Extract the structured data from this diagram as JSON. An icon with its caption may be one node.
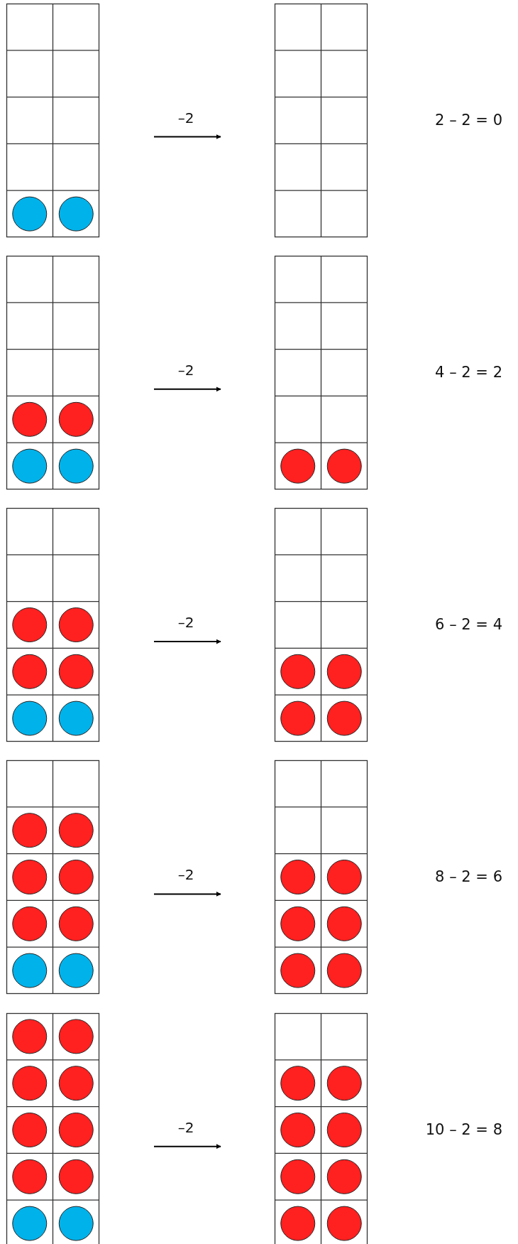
{
  "diagram": {
    "nodes": [
      {
        "text": [],
        "shape": "box"
      },
      {
        "text": [],
        "shape": "box"
      },
      {
        "text": [],
        "shape": "box"
      },
      {
        "text": [],
        "shape": "box"
      },
      {
        "text": [],
        "shape": "box"
      },
      {
        "text": [],
        "shape": "box"
      },
      {
        "text": [],
        "shape": "box"
      },
      {
        "text": [],
        "shape": "box"
      },
      {
        "text": [],
        "shape": "box"
      },
      {
        "text": [],
        "shape": "box"
      }
    ],
    "edges": [
      {
        "from": 0,
        "to": 1,
        "arrow": "to",
        "label": "–2"
      },
      {
        "from": 2,
        "to": 3,
        "arrow": "to",
        "label": "–2"
      },
      {
        "from": 4,
        "to": 5,
        "arrow": "to",
        "label": "–2"
      },
      {
        "from": 6,
        "to": 7,
        "arrow": "to",
        "label": "–2"
      },
      {
        "from": 8,
        "to": 9,
        "arrow": "to",
        "label": "–2"
      }
    ],
    "labels": [
      "2 – 2 = 0",
      "4 – 2 = 2",
      "6 – 2 = 4",
      "8 – 2 = 6",
      "10 – 2 = 8"
    ]
  }
}
